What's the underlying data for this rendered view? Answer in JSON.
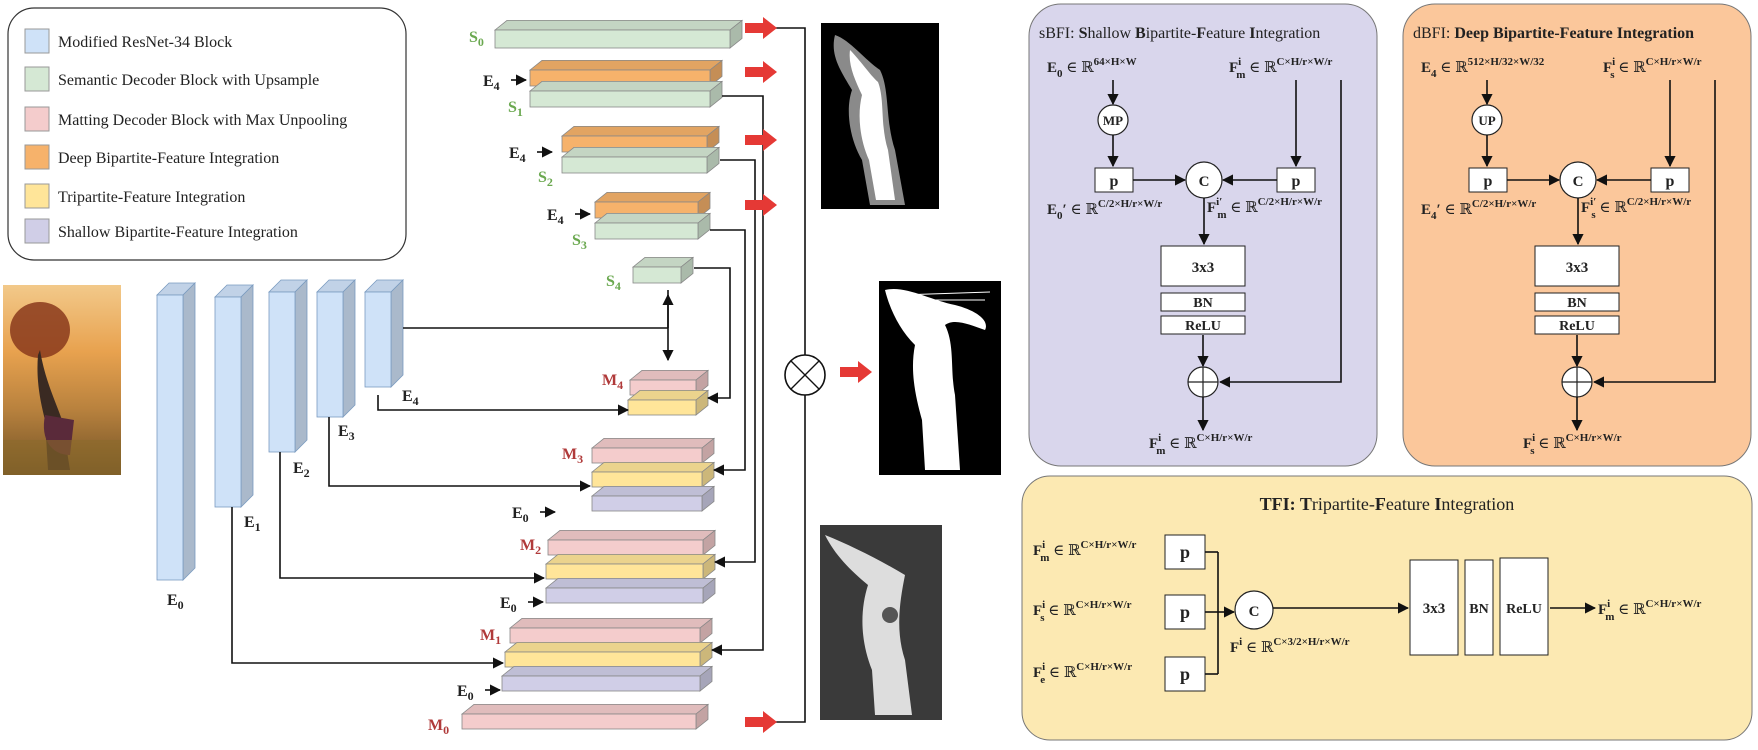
{
  "legend": {
    "items": [
      {
        "label": "Modified ResNet-34 Block",
        "color": "#cfe2f8"
      },
      {
        "label": "Semantic Decoder Block with Upsample",
        "color": "#d5e8d4"
      },
      {
        "label": "Matting Decoder Block with Max Unpooling",
        "color": "#f4cccc"
      },
      {
        "label": "Deep Bipartite-Feature Integration",
        "color": "#f6b26b"
      },
      {
        "label": "Tripartite-Feature Integration",
        "color": "#ffe599"
      },
      {
        "label": "Shallow Bipartite-Feature Integration",
        "color": "#d0cee7"
      }
    ]
  },
  "network": {
    "encoder_labels": [
      "E0",
      "E1",
      "E2",
      "E3",
      "E4"
    ],
    "semantic_labels": [
      "S0",
      "S1",
      "S2",
      "S3",
      "S4"
    ],
    "matting_labels": [
      "M0",
      "M1",
      "M2",
      "M3",
      "M4"
    ],
    "e4_skip_label": "E4",
    "e0_skip_label": "E0",
    "fuse_symbol": "⊗"
  },
  "sbfi": {
    "title_prefix": "sBFI: ",
    "title_parts": [
      {
        "t": "S",
        "b": true
      },
      {
        "t": "hallow ",
        "b": false
      },
      {
        "t": "B",
        "b": true
      },
      {
        "t": "ipartite-",
        "b": false
      },
      {
        "t": "F",
        "b": true
      },
      {
        "t": "eature ",
        "b": false
      },
      {
        "t": "I",
        "b": true
      },
      {
        "t": "ntegration",
        "b": false
      }
    ],
    "input_left": "E",
    "input_left_sub": "0",
    "input_left_dim": "64×H×W",
    "input_right": "F",
    "input_right_sup": "i",
    "input_right_sub": "m",
    "input_right_dim": "C×H/r×W/r",
    "op": "MP",
    "proj": "p",
    "concat": "C",
    "left_out": "E",
    "left_out_sub": "0",
    "left_out_prime": "′",
    "left_out_dim": "C/2×H/r×W/r",
    "right_out": "F",
    "right_out_sup": "i′",
    "right_out_sub": "m",
    "right_out_dim": "C/2×H/r×W/r",
    "conv": "3x3",
    "bn": "BN",
    "relu": "ReLU",
    "output": "F",
    "output_sup": "i",
    "output_sub": "m",
    "output_dim": "C×H/r×W/r"
  },
  "dbfi": {
    "title_prefix": "dBFI: ",
    "title_parts": [
      {
        "t": "D",
        "b": true
      },
      {
        "t": "eep ",
        "b": true
      },
      {
        "t": "B",
        "b": true
      },
      {
        "t": "ipartite-",
        "b": true
      },
      {
        "t": "F",
        "b": true
      },
      {
        "t": "eature ",
        "b": true
      },
      {
        "t": "I",
        "b": true
      },
      {
        "t": "ntegration",
        "b": true
      }
    ],
    "input_left": "E",
    "input_left_sub": "4",
    "input_left_dim": "512×H/32×W/32",
    "input_right": "F",
    "input_right_sup": "i",
    "input_right_sub": "s",
    "input_right_dim": "C×H/r×W/r",
    "op": "UP",
    "proj": "p",
    "concat": "C",
    "left_out": "E",
    "left_out_sub": "4",
    "left_out_prime": "′",
    "left_out_dim": "C/2×H/r×W/r",
    "right_out": "F",
    "right_out_sup": "i′",
    "right_out_sub": "s",
    "right_out_dim": "C/2×H/r×W/r",
    "conv": "3x3",
    "bn": "BN",
    "relu": "ReLU",
    "output": "F",
    "output_sup": "i",
    "output_sub": "s",
    "output_dim": "C×H/r×W/r"
  },
  "tfi": {
    "title_parts": [
      {
        "t": "TFI: ",
        "b": true
      },
      {
        "t": "T",
        "b": true
      },
      {
        "t": "ripartite-",
        "b": false
      },
      {
        "t": "F",
        "b": true
      },
      {
        "t": "eature ",
        "b": false
      },
      {
        "t": "I",
        "b": true
      },
      {
        "t": "ntegration",
        "b": false
      }
    ],
    "inputs": [
      {
        "sym": "F",
        "sup": "i",
        "sub": "m",
        "dim": "C×H/r×W/r"
      },
      {
        "sym": "F",
        "sup": "i",
        "sub": "s",
        "dim": "C×H/r×W/r"
      },
      {
        "sym": "F",
        "sup": "i",
        "sub": "e",
        "dim": "C×H/r×W/r"
      }
    ],
    "proj": "p",
    "concat": "C",
    "mid": "F",
    "mid_sup": "i",
    "mid_dim": "C×3/2×H/r×W/r",
    "conv": "3x3",
    "bn": "BN",
    "relu": "ReLU",
    "output": "F",
    "output_sup": "i",
    "output_sub": "m",
    "output_dim": "C×H/r×W/r"
  },
  "symbols": {
    "in": "∈",
    "real": "ℝ"
  }
}
